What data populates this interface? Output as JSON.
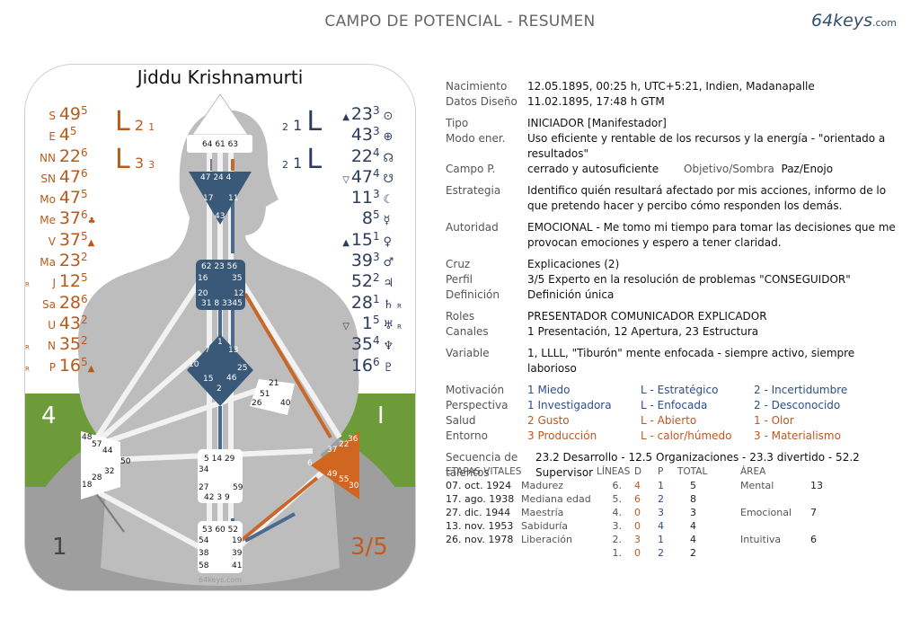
{
  "header": {
    "title": "CAMPO DE POTENCIAL - RESUMEN",
    "logo": "64keys",
    "logo_suffix": ".com"
  },
  "chart": {
    "name": "Jiddu Krishnamurti",
    "corner_left": "4",
    "corner_right": "I",
    "bottom_left": "1",
    "bottom_right": "3/5",
    "footer": "64keys.com",
    "left_planets": [
      {
        "label": "S",
        "num": "49",
        "line": "5",
        "sym": ""
      },
      {
        "label": "E",
        "num": "4",
        "line": "5",
        "sym": ""
      },
      {
        "label": "NN",
        "num": "22",
        "line": "6",
        "sym": ""
      },
      {
        "label": "SN",
        "num": "47",
        "line": "6",
        "sym": ""
      },
      {
        "label": "Mo",
        "num": "47",
        "line": "5",
        "sym": ""
      },
      {
        "label": "Me",
        "num": "37",
        "line": "6",
        "sym": "♣"
      },
      {
        "label": "V",
        "num": "37",
        "line": "5",
        "sym": "▲"
      },
      {
        "label": "Ma",
        "num": "23",
        "line": "2",
        "sym": ""
      },
      {
        "label": "J",
        "num": "12",
        "line": "5",
        "sym": "",
        "pre": "R"
      },
      {
        "label": "Sa",
        "num": "28",
        "line": "6",
        "sym": ""
      },
      {
        "label": "U",
        "num": "43",
        "line": "2",
        "sym": ""
      },
      {
        "label": "N",
        "num": "35",
        "line": "2",
        "sym": "",
        "pre": "R"
      },
      {
        "label": "P",
        "num": "16",
        "line": "5",
        "sym": "▲",
        "pre": "R"
      }
    ],
    "right_planets": [
      {
        "num": "23",
        "line": "3",
        "glyph": "⊙",
        "pre": "▲"
      },
      {
        "num": "43",
        "line": "3",
        "glyph": "⊕"
      },
      {
        "num": "22",
        "line": "4",
        "glyph": "☊"
      },
      {
        "num": "47",
        "line": "4",
        "glyph": "☋",
        "pre": "▽"
      },
      {
        "num": "11",
        "line": "3",
        "glyph": "☾"
      },
      {
        "num": "8",
        "line": "5",
        "glyph": "☿"
      },
      {
        "num": "15",
        "line": "1",
        "glyph": "♀",
        "pre": "▲"
      },
      {
        "num": "39",
        "line": "3",
        "glyph": "♂"
      },
      {
        "num": "52",
        "line": "2",
        "glyph": "♃"
      },
      {
        "num": "28",
        "line": "1",
        "glyph": "♄",
        "post": "R"
      },
      {
        "num": "1",
        "line": "5",
        "glyph": "♅",
        "pre": "▽",
        "post": "R"
      },
      {
        "num": "35",
        "line": "4",
        "glyph": "♆"
      },
      {
        "num": "16",
        "line": "6",
        "glyph": "♇"
      }
    ],
    "var_left": [
      {
        "letter": "L",
        "n1": "2",
        "n2": "1"
      },
      {
        "letter": "L",
        "n1": "3",
        "n2": "3"
      }
    ],
    "var_right": [
      {
        "n1": "2",
        "n2": "1",
        "letter": "L"
      },
      {
        "n1": "2",
        "n2": "1",
        "letter": "L"
      }
    ],
    "gates": {
      "head": [
        "64",
        "61",
        "63"
      ],
      "ajna": [
        "47",
        "24",
        "4",
        "17",
        "11",
        "43"
      ],
      "throat": [
        "62",
        "23",
        "56",
        "16",
        "35",
        "20",
        "12",
        "31",
        "8",
        "33",
        "45"
      ],
      "g": [
        "7",
        "1",
        "13",
        "10",
        "25",
        "15",
        "2",
        "46"
      ],
      "heart": [
        "21",
        "51",
        "26",
        "40"
      ],
      "spleen": [
        "48",
        "57",
        "44",
        "50",
        "32",
        "28",
        "18"
      ],
      "sacral": [
        "5",
        "14",
        "29",
        "34",
        "27",
        "59",
        "42",
        "3",
        "9"
      ],
      "root": [
        "53",
        "60",
        "52",
        "54",
        "19",
        "38",
        "39",
        "58",
        "41"
      ],
      "solar": [
        "36",
        "37",
        "22",
        "6",
        "49",
        "55",
        "30"
      ]
    }
  },
  "info": {
    "nacimiento": {
      "label": "Nacimiento",
      "value": "12.05.1895, 00:25 h, UTC+5:21, Indien, Madanapalle"
    },
    "diseno": {
      "label": "Datos Diseño",
      "value": "11.02.1895, 17:48 h GTM"
    },
    "tipo": {
      "label": "Tipo",
      "value": "INICIADOR [Manifestador]"
    },
    "modo": {
      "label": "Modo ener.",
      "value": "Uso eficiente y rentable de los recursos y la energía - \"orientado a resultados\""
    },
    "campo": {
      "label": "Campo P.",
      "value": "cerrado y autosuficiente",
      "obj_label": "Objetivo/Sombra",
      "obj_value": "Paz/Enojo"
    },
    "estrategia": {
      "label": "Estrategia",
      "value": "Identifico quién resultará afectado por mis acciones, informo de lo que pretendo hacer y percibo cómo responden los demás."
    },
    "autoridad": {
      "label": "Autoridad",
      "value": "EMOCIONAL - Me tomo mi tiempo para tomar las decisiones que me provocan emociones y espero a tener claridad."
    },
    "cruz": {
      "label": "Cruz",
      "value": "Explicaciones (2)"
    },
    "perfil": {
      "label": "Perfil",
      "value": "3/5 Experto en la resolución de problemas \"CONSEGUIDOR\""
    },
    "definicion": {
      "label": "Definición",
      "value": "Definición única"
    },
    "roles": {
      "label": "Roles",
      "value": "PRESENTADOR COMUNICADOR EXPLICADOR"
    },
    "canales": {
      "label": "Canales",
      "value": "1 Presentación, 12 Apertura, 23 Estructura"
    },
    "variable": {
      "label": "Variable",
      "value": "1, LLLL, \"Tiburón\" mente enfocada - siempre activo, siempre laborioso"
    },
    "grid": [
      {
        "label": "Motivación",
        "c1": "1 Miedo",
        "c2": "L - Estratégico",
        "c3": "2 - Incertidumbre",
        "color": "blue"
      },
      {
        "label": "Perspectiva",
        "c1": "1 Investigadora",
        "c2": "L - Enfocada",
        "c3": "2 - Desconocido",
        "color": "blue"
      },
      {
        "label": "Salud",
        "c1": "2 Gusto",
        "c2": "L - Abierto",
        "c3": "1 - Olor",
        "color": "or"
      },
      {
        "label": "Entorno",
        "c1": "3 Producción",
        "c2": "L - calor/húmedo",
        "c3": "3 - Materialismo",
        "color": "or"
      }
    ],
    "secuencia": {
      "label": "Secuencia de talentos",
      "value": "23.2 Desarrollo - 12.5 Organizaciones - 23.3 divertido - 52.2 Supervisor"
    }
  },
  "stages": {
    "headers": {
      "etapas": "ETAPAS VITALES",
      "lineas": "LÍNEAS",
      "d": "D",
      "p": "P",
      "total": "TOTAL",
      "area": "ÁREA"
    },
    "rows": [
      {
        "date": "07. oct. 1924",
        "name": "Madurez",
        "line": "6.",
        "d": "4",
        "p": "1",
        "total": "5",
        "area": "Mental",
        "area_val": "13"
      },
      {
        "date": "17. ago. 1938",
        "name": "Mediana edad",
        "line": "5.",
        "d": "6",
        "p": "2",
        "total": "8",
        "area": "",
        "area_val": ""
      },
      {
        "date": "27. dic. 1944",
        "name": "Maestría",
        "line": "4.",
        "d": "0",
        "p": "3",
        "total": "3",
        "area": "Emocional",
        "area_val": "7"
      },
      {
        "date": "13. nov. 1953",
        "name": "Sabiduría",
        "line": "3.",
        "d": "0",
        "p": "4",
        "total": "4",
        "area": "",
        "area_val": ""
      },
      {
        "date": "26. nov. 1978",
        "name": "Liberación",
        "line": "2.",
        "d": "3",
        "p": "1",
        "total": "4",
        "area": "Intuitiva",
        "area_val": "6"
      },
      {
        "date": "",
        "name": "",
        "line": "1.",
        "d": "0",
        "p": "2",
        "total": "2",
        "area": "",
        "area_val": ""
      }
    ]
  }
}
